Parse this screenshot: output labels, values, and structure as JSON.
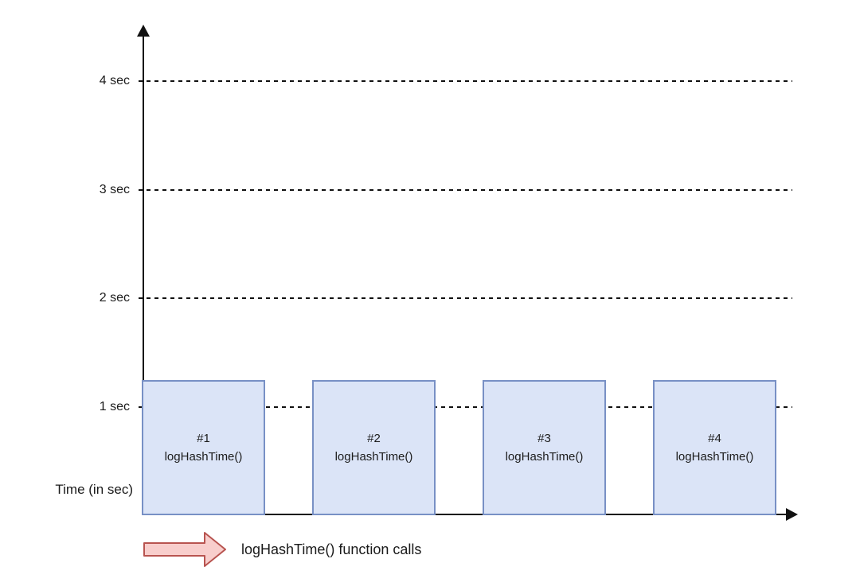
{
  "diagram": {
    "axis_label": "Time (in sec)",
    "y_ticks": [
      {
        "value": 4,
        "label": "4 sec"
      },
      {
        "value": 3,
        "label": "3 sec"
      },
      {
        "value": 2,
        "label": "2 sec"
      },
      {
        "value": 1,
        "label": "1 sec"
      }
    ],
    "calls": [
      {
        "seq": "#1",
        "fn": "logHashTime()"
      },
      {
        "seq": "#2",
        "fn": "logHashTime()"
      },
      {
        "seq": "#3",
        "fn": "logHashTime()"
      },
      {
        "seq": "#4",
        "fn": "logHashTime()"
      }
    ],
    "legend": {
      "marker": "right-arrow-icon",
      "label": "logHashTime() function calls"
    }
  },
  "colors": {
    "box_fill": "#dbe4f7",
    "box_border": "#7890c5",
    "arrow_fill": "#f8cecc",
    "arrow_border": "#b85450",
    "axis": "#111111"
  },
  "chart_data": {
    "type": "bar",
    "title": "",
    "xlabel": "",
    "ylabel": "Time (in sec)",
    "categories": [
      "#1",
      "#2",
      "#3",
      "#4"
    ],
    "values": [
      1.25,
      1.25,
      1.25,
      1.25
    ],
    "bar_labels": [
      "logHashTime()",
      "logHashTime()",
      "logHashTime()",
      "logHashTime()"
    ],
    "ytick_values": [
      1,
      2,
      3,
      4
    ],
    "ytick_labels": [
      "1 sec",
      "2 sec",
      "3 sec",
      "4 sec"
    ],
    "ylim": [
      0,
      4.5
    ],
    "grid": "horizontal-dashed",
    "legend_position": "bottom-left",
    "legend_entries": [
      "logHashTime() function calls"
    ]
  }
}
